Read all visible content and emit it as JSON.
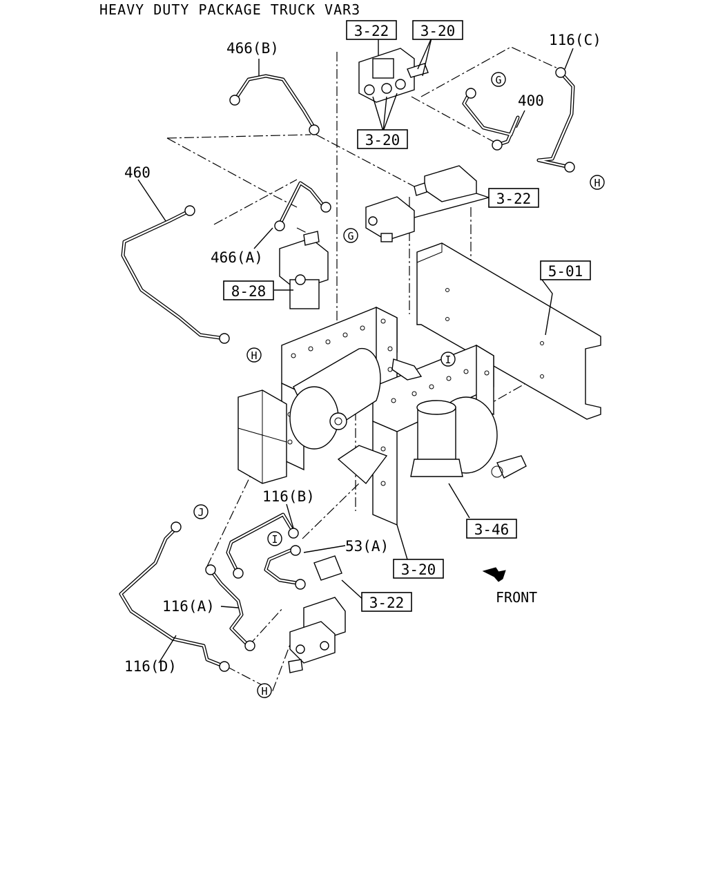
{
  "title": "HEAVY DUTY PACKAGE TRUCK VAR3",
  "callouts": {
    "c_3_22_top": "3-22",
    "c_3_20_top": "3-20",
    "c_116c": "116(C)",
    "c_466b": "466(B)",
    "c_400": "400",
    "c_3_20_mid": "3-20",
    "c_460": "460",
    "c_3_22_right": "3-22",
    "c_466a": "466(A)",
    "c_5_01": "5-01",
    "c_8_28": "8-28",
    "c_116b": "116(B)",
    "c_53a": "53(A)",
    "c_3_46": "3-46",
    "c_3_20_bot": "3-20",
    "c_3_22_bot": "3-22",
    "c_116a": "116(A)",
    "c_116d": "116(D)"
  },
  "markers": {
    "g": "G",
    "h": "H",
    "i": "I",
    "j": "J"
  },
  "front_label": "FRONT"
}
